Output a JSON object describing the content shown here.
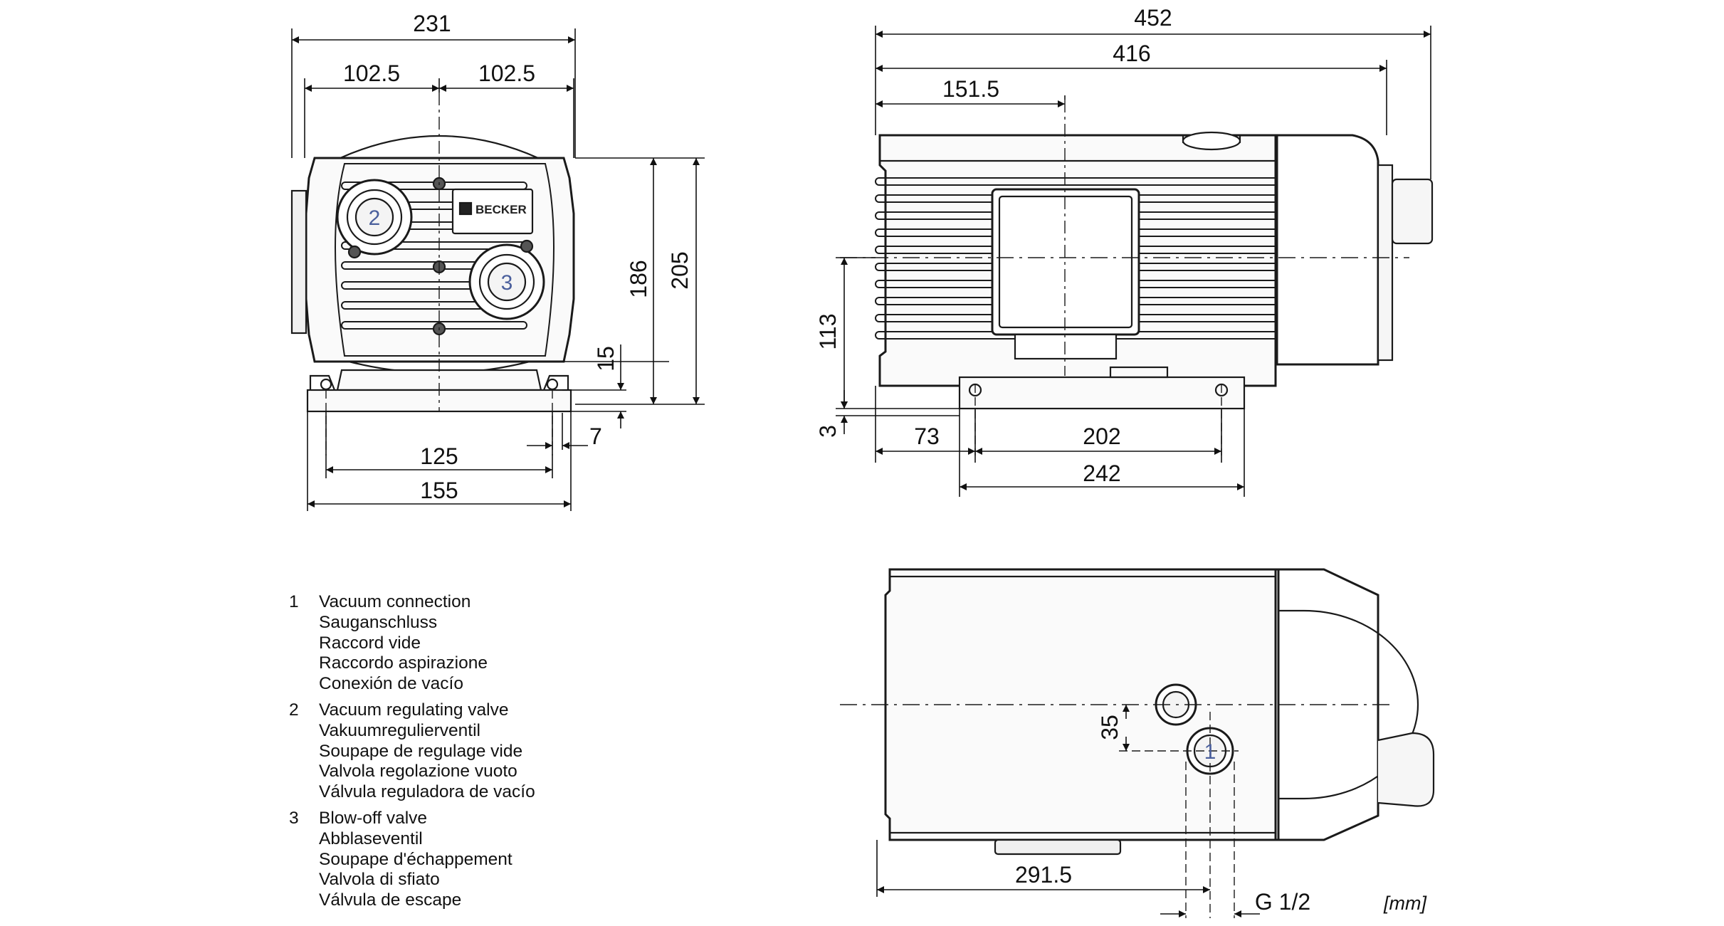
{
  "brand": "BECKER",
  "unit": "[mm]",
  "front_view": {
    "dims": {
      "overall_width": "231",
      "half_left": "102.5",
      "half_right": "102.5",
      "overall_height": "205",
      "housing_height": "186",
      "foot_height": "15",
      "foot_inset": "7",
      "inner_hole_spacing": "125",
      "outer_foot_width": "155"
    },
    "balloons": {
      "regulating_valve": "2",
      "blow_off_valve": "3"
    }
  },
  "side_view": {
    "dims": {
      "overall_length": "452",
      "body_length": "416",
      "cover_offset": "151.5",
      "axis_height": "113",
      "base_offset": "3",
      "front_to_hole": "73",
      "hole_spacing": "202",
      "base_length": "242"
    }
  },
  "top_view": {
    "dims": {
      "connection_length": "291.5",
      "connection_offset": "35",
      "thread": "G 1/2"
    },
    "balloons": {
      "vacuum_connection": "1"
    }
  },
  "legend": [
    {
      "num": "1",
      "lines": [
        "Vacuum connection",
        "Sauganschluss",
        "Raccord vide",
        "Raccordo aspirazione",
        "Conexión de vacío"
      ]
    },
    {
      "num": "2",
      "lines": [
        "Vacuum regulating valve",
        "Vakuumregulierventil",
        "Soupape de regulage vide",
        "Valvola regolazione vuoto",
        "Válvula reguladora de vacío"
      ]
    },
    {
      "num": "3",
      "lines": [
        "Blow-off valve",
        "Abblaseventil",
        "Soupape d'échappement",
        "Valvola di sfiato",
        "Válvula de escape"
      ]
    }
  ]
}
